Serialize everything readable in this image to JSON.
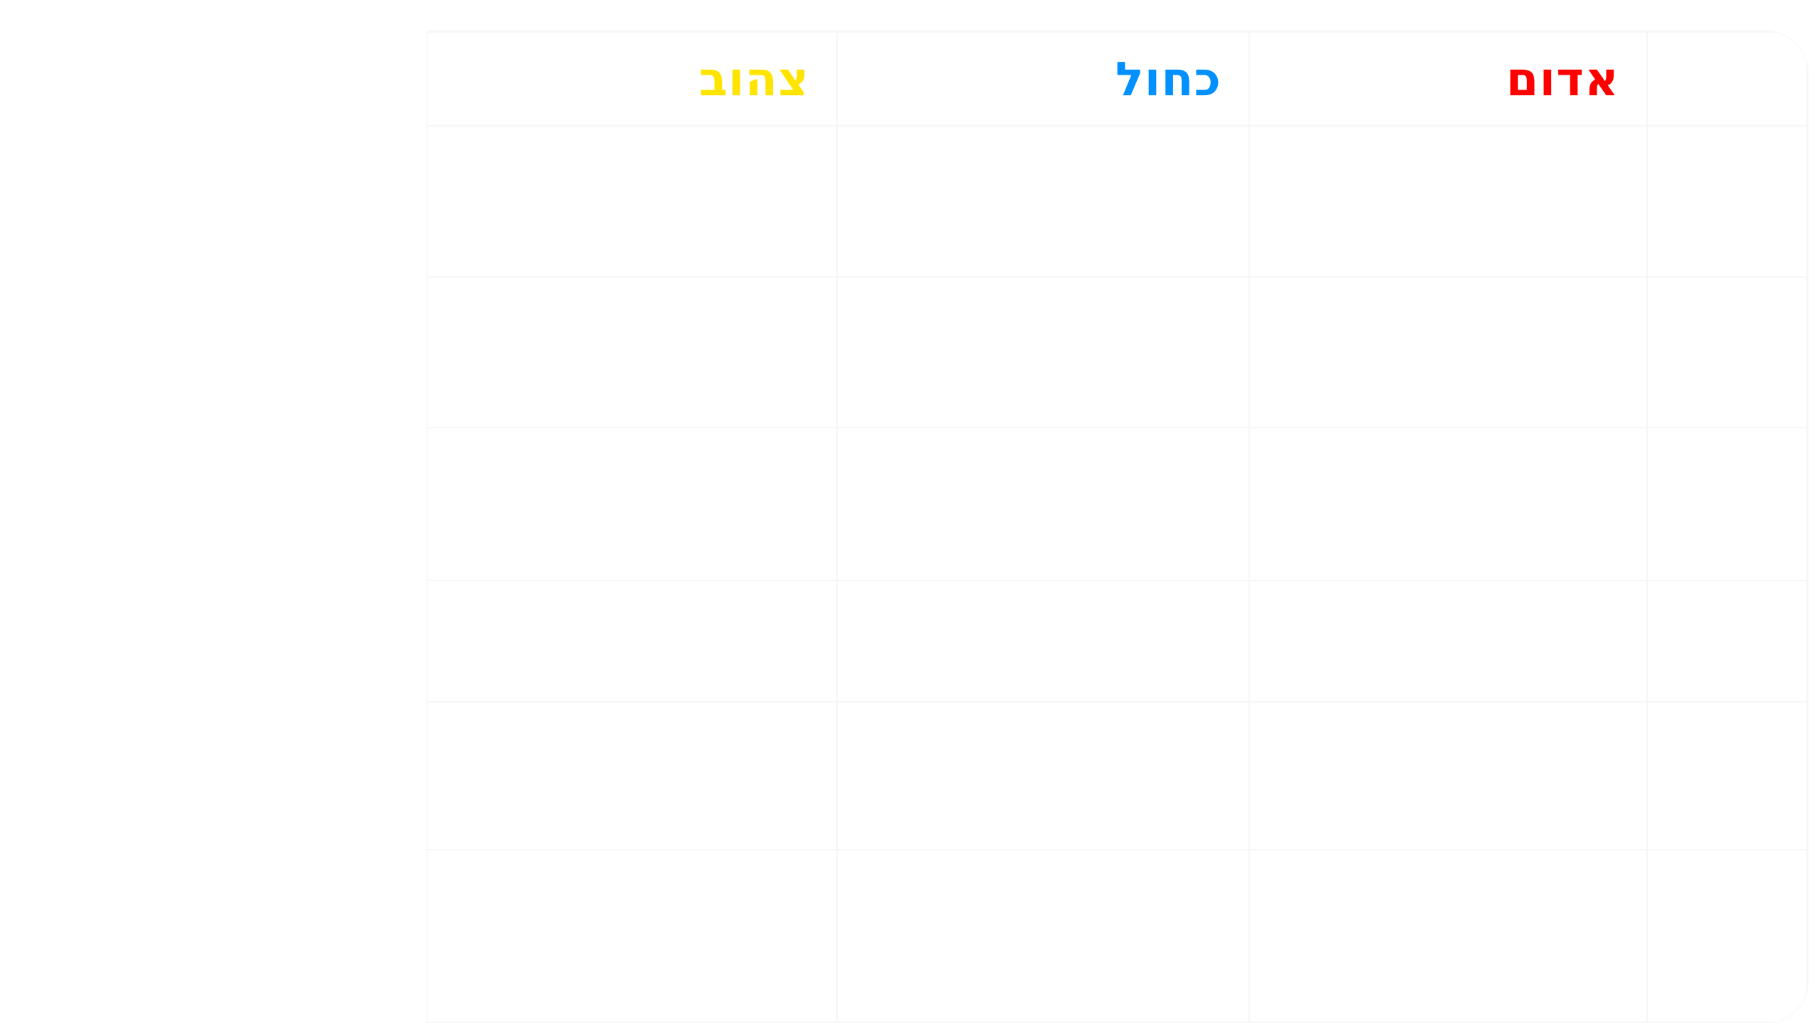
{
  "headers": {
    "red": "אדום",
    "blue": "כחול",
    "yellow": "צהוב"
  },
  "colors": {
    "red": "#ff0000",
    "blue": "#0090ff",
    "yellow": "#ffe400"
  },
  "rows": [
    {
      "label": "",
      "red": "",
      "blue": "",
      "yellow": ""
    },
    {
      "label": "",
      "red": "",
      "blue": "",
      "yellow": ""
    },
    {
      "label": "",
      "red": "",
      "blue": "",
      "yellow": ""
    },
    {
      "label": "",
      "red": "",
      "blue": "",
      "yellow": ""
    },
    {
      "label": "",
      "red": "",
      "blue": "",
      "yellow": ""
    },
    {
      "label": "",
      "red": "",
      "blue": "",
      "yellow": ""
    }
  ]
}
